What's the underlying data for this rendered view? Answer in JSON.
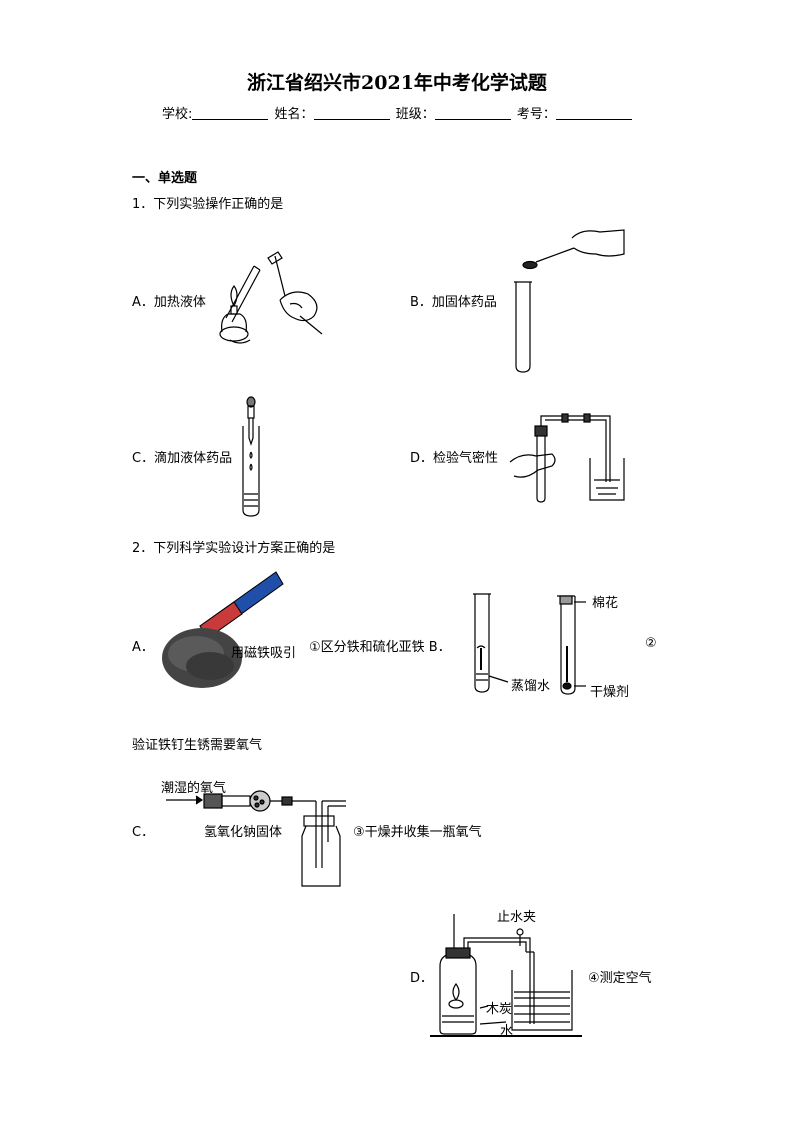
{
  "title": "浙江省绍兴市2021年中考化学试题",
  "info": {
    "school": "学校:",
    "name": "姓名：",
    "class": "班级：",
    "number": "考号："
  },
  "section1": "一、单选题",
  "q1": {
    "stem": "1．下列实验操作正确的是",
    "a": "A．加热液体",
    "b": "B．加固体药品",
    "c": "C．滴加液体药品",
    "d": "D．检验气密性"
  },
  "q2": {
    "stem": "2．下列科学实验设计方案正确的是",
    "a_label": "A．",
    "magnet_text": "用磁铁吸引",
    "a_desc": "①区分铁和硫化亚铁 B．",
    "cotton": "棉花",
    "water": "蒸馏水",
    "desiccant": "干燥剂",
    "circle2": "②",
    "b_desc": "验证铁钉生锈需要氧气",
    "c_label": "C．",
    "wet_oxygen": "潮湿的氧气",
    "naoh": "氢氧化钠固体",
    "c_desc": "③干燥并收集一瓶氧气",
    "d_label": "D．",
    "clamp": "止水夹",
    "charcoal": "木炭",
    "water_d": "水",
    "d_desc": "④测定空气"
  }
}
